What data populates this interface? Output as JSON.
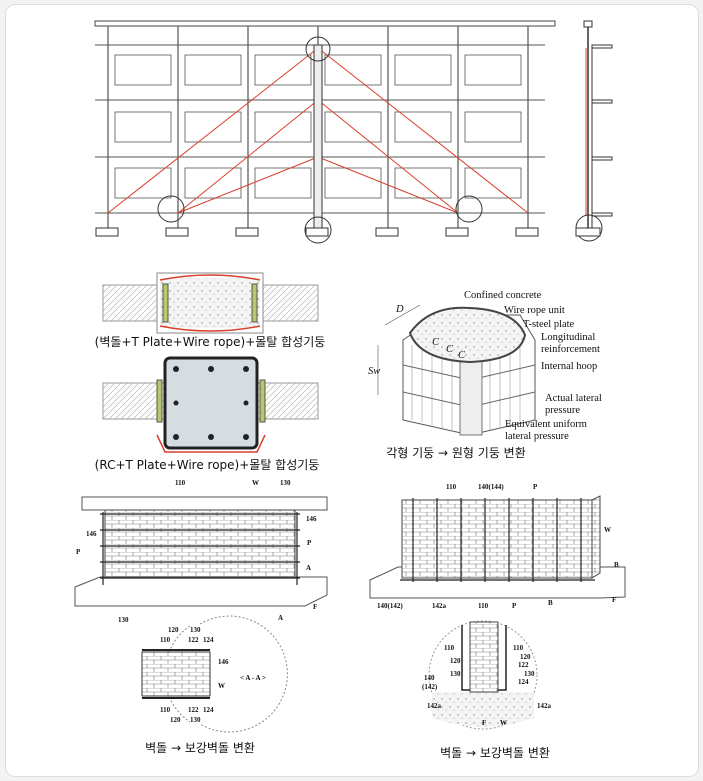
{
  "colors": {
    "wire": "#d9412b",
    "steel": "#333333",
    "plate": "#b5c96a",
    "concrete": "#d6dde2"
  },
  "section_captions": {
    "brick_column": "(벽돌+T Plate+Wire rope)+몰탈 합성기둥",
    "rc_column": "(RC+T Plate+Wire rope)+몰탈 합성기둥"
  },
  "confinement": {
    "labels": [
      "Confined concrete",
      "Wire rope unit",
      "T-steel plate",
      "Longitudinal",
      "reinforcement",
      "Internal hoop",
      "Actual lateral",
      "pressure",
      "Equivalent uniform",
      "lateral pressure"
    ],
    "dim_d": "D",
    "dim_sw": "Sw",
    "c_mark": "C",
    "caption": "각형 기둥 → 원형 기둥 변환"
  },
  "wall_left": {
    "labels": {
      "l110": "110",
      "w": "W",
      "l130": "130",
      "l146": "146",
      "p": "P",
      "a": "A",
      "f": "F"
    },
    "detail": {
      "l120": "120",
      "l130": "130",
      "l110": "110",
      "l122": "122",
      "l124": "124",
      "l146": "146",
      "w": "W",
      "section": "< A - A >"
    },
    "caption": "벽돌 → 보강벽돌 변환"
  },
  "wall_right": {
    "labels": {
      "l110": "110",
      "l140_144": "140(144)",
      "p": "P",
      "w": "W",
      "b": "B",
      "f": "F",
      "l140_142": "140(142)",
      "l142a": "142a"
    },
    "detail": {
      "l110": "110",
      "l120": "120",
      "l122": "122",
      "l130": "130",
      "l124": "124",
      "l140": "140",
      "l142": "(142)",
      "l142a": "142a",
      "f": "F",
      "w": "W"
    },
    "caption": "벽돌 → 보강벽돌 변환"
  }
}
